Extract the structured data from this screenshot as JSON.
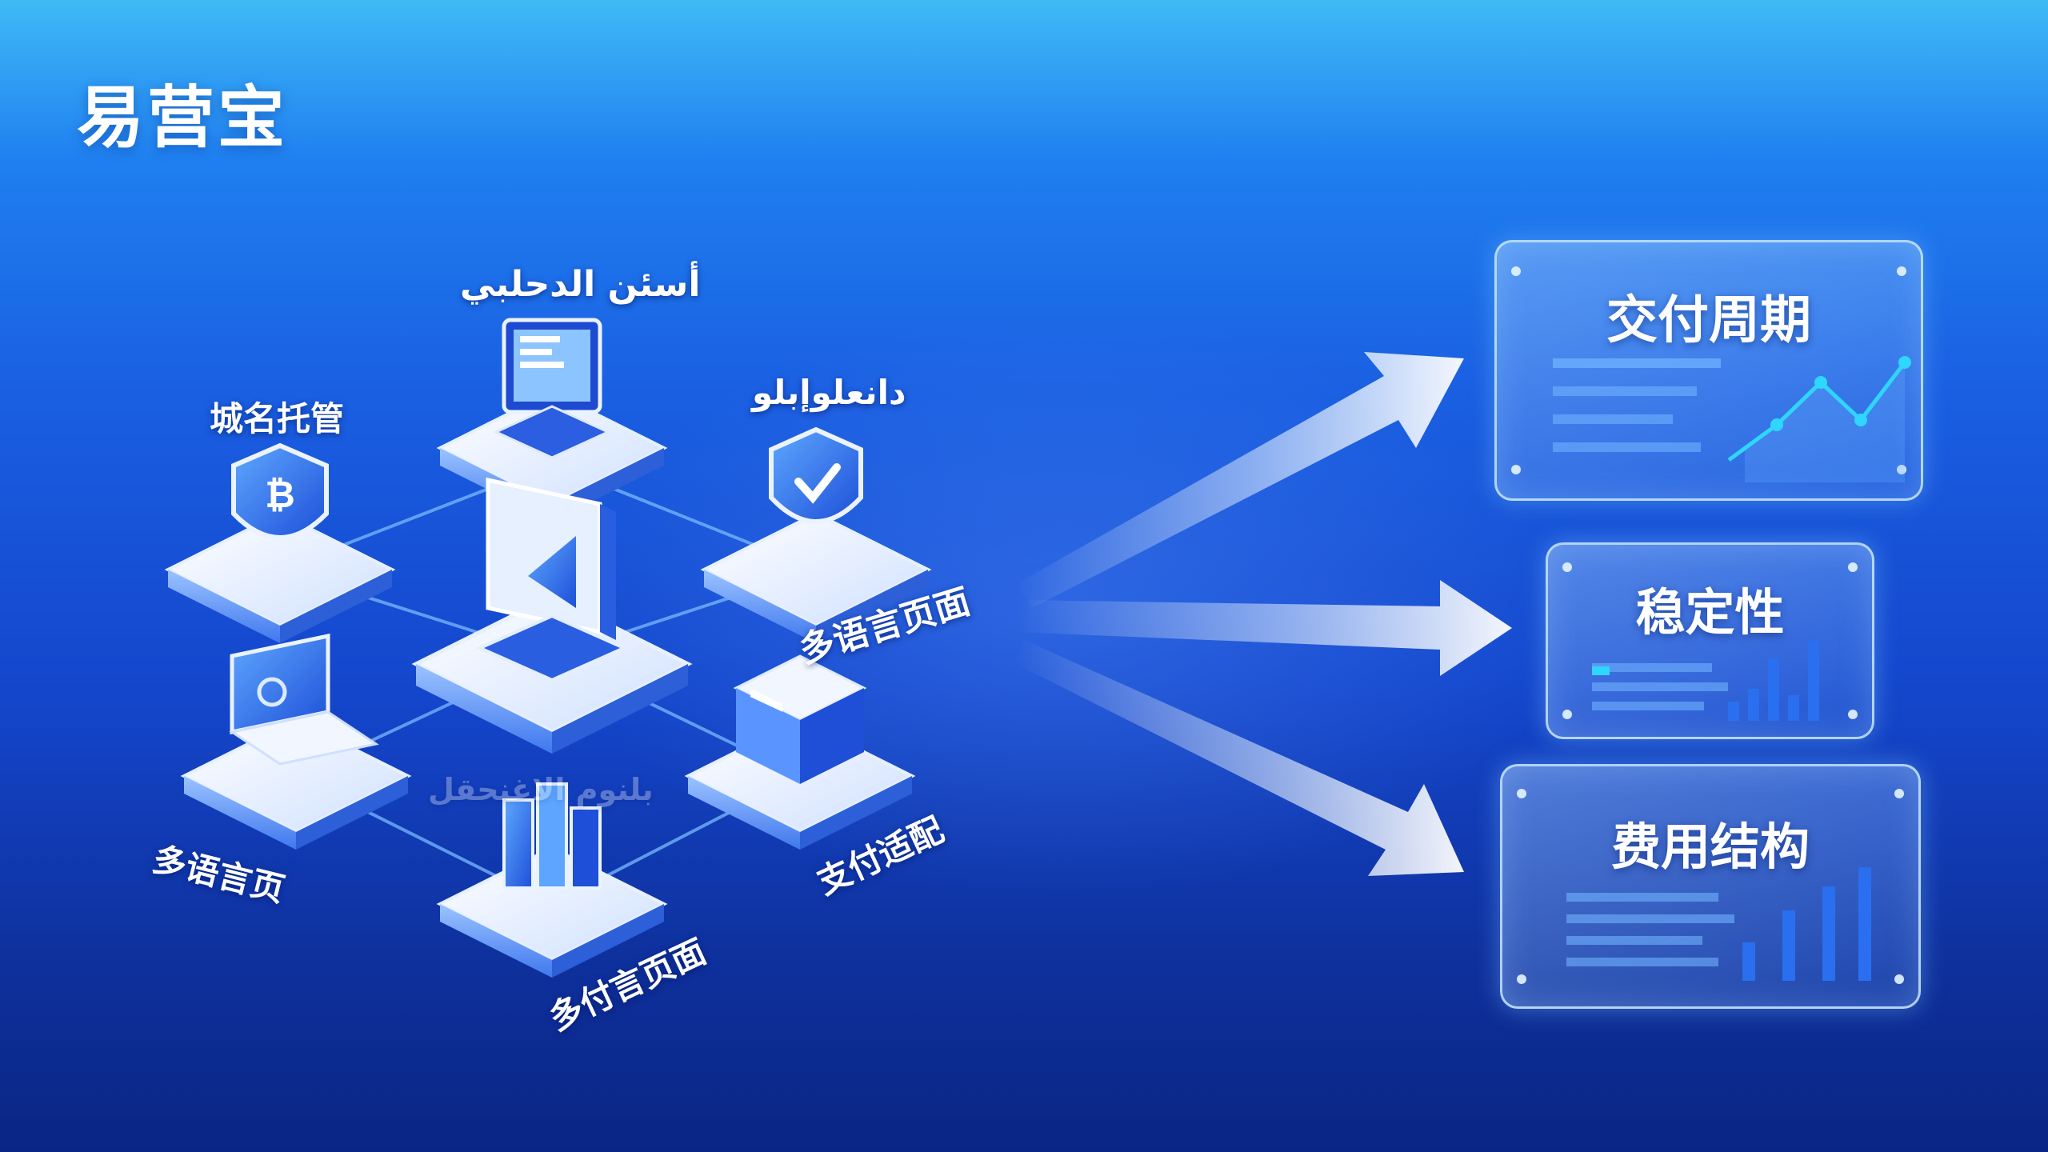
{
  "brand": {
    "name": "易营宝"
  },
  "hub": {
    "labels": {
      "top": "أسئن الدحلبي",
      "right_top": "دانعلوإبلو",
      "left_top": "城名托管",
      "right_mid": "多语言页面",
      "center_bottom": "بلنوم الاغنحقل",
      "left_bottom": "多语言页",
      "right_bottom": "支付适配",
      "bottom": "多付言页面"
    }
  },
  "cards": [
    {
      "title": "交付周期"
    },
    {
      "title": "稳定性"
    },
    {
      "title": "费用结构"
    }
  ],
  "colors": {
    "accent": "#2f9bff",
    "bar": "#2a6ff0",
    "chart_line": "#2fd6ff"
  }
}
